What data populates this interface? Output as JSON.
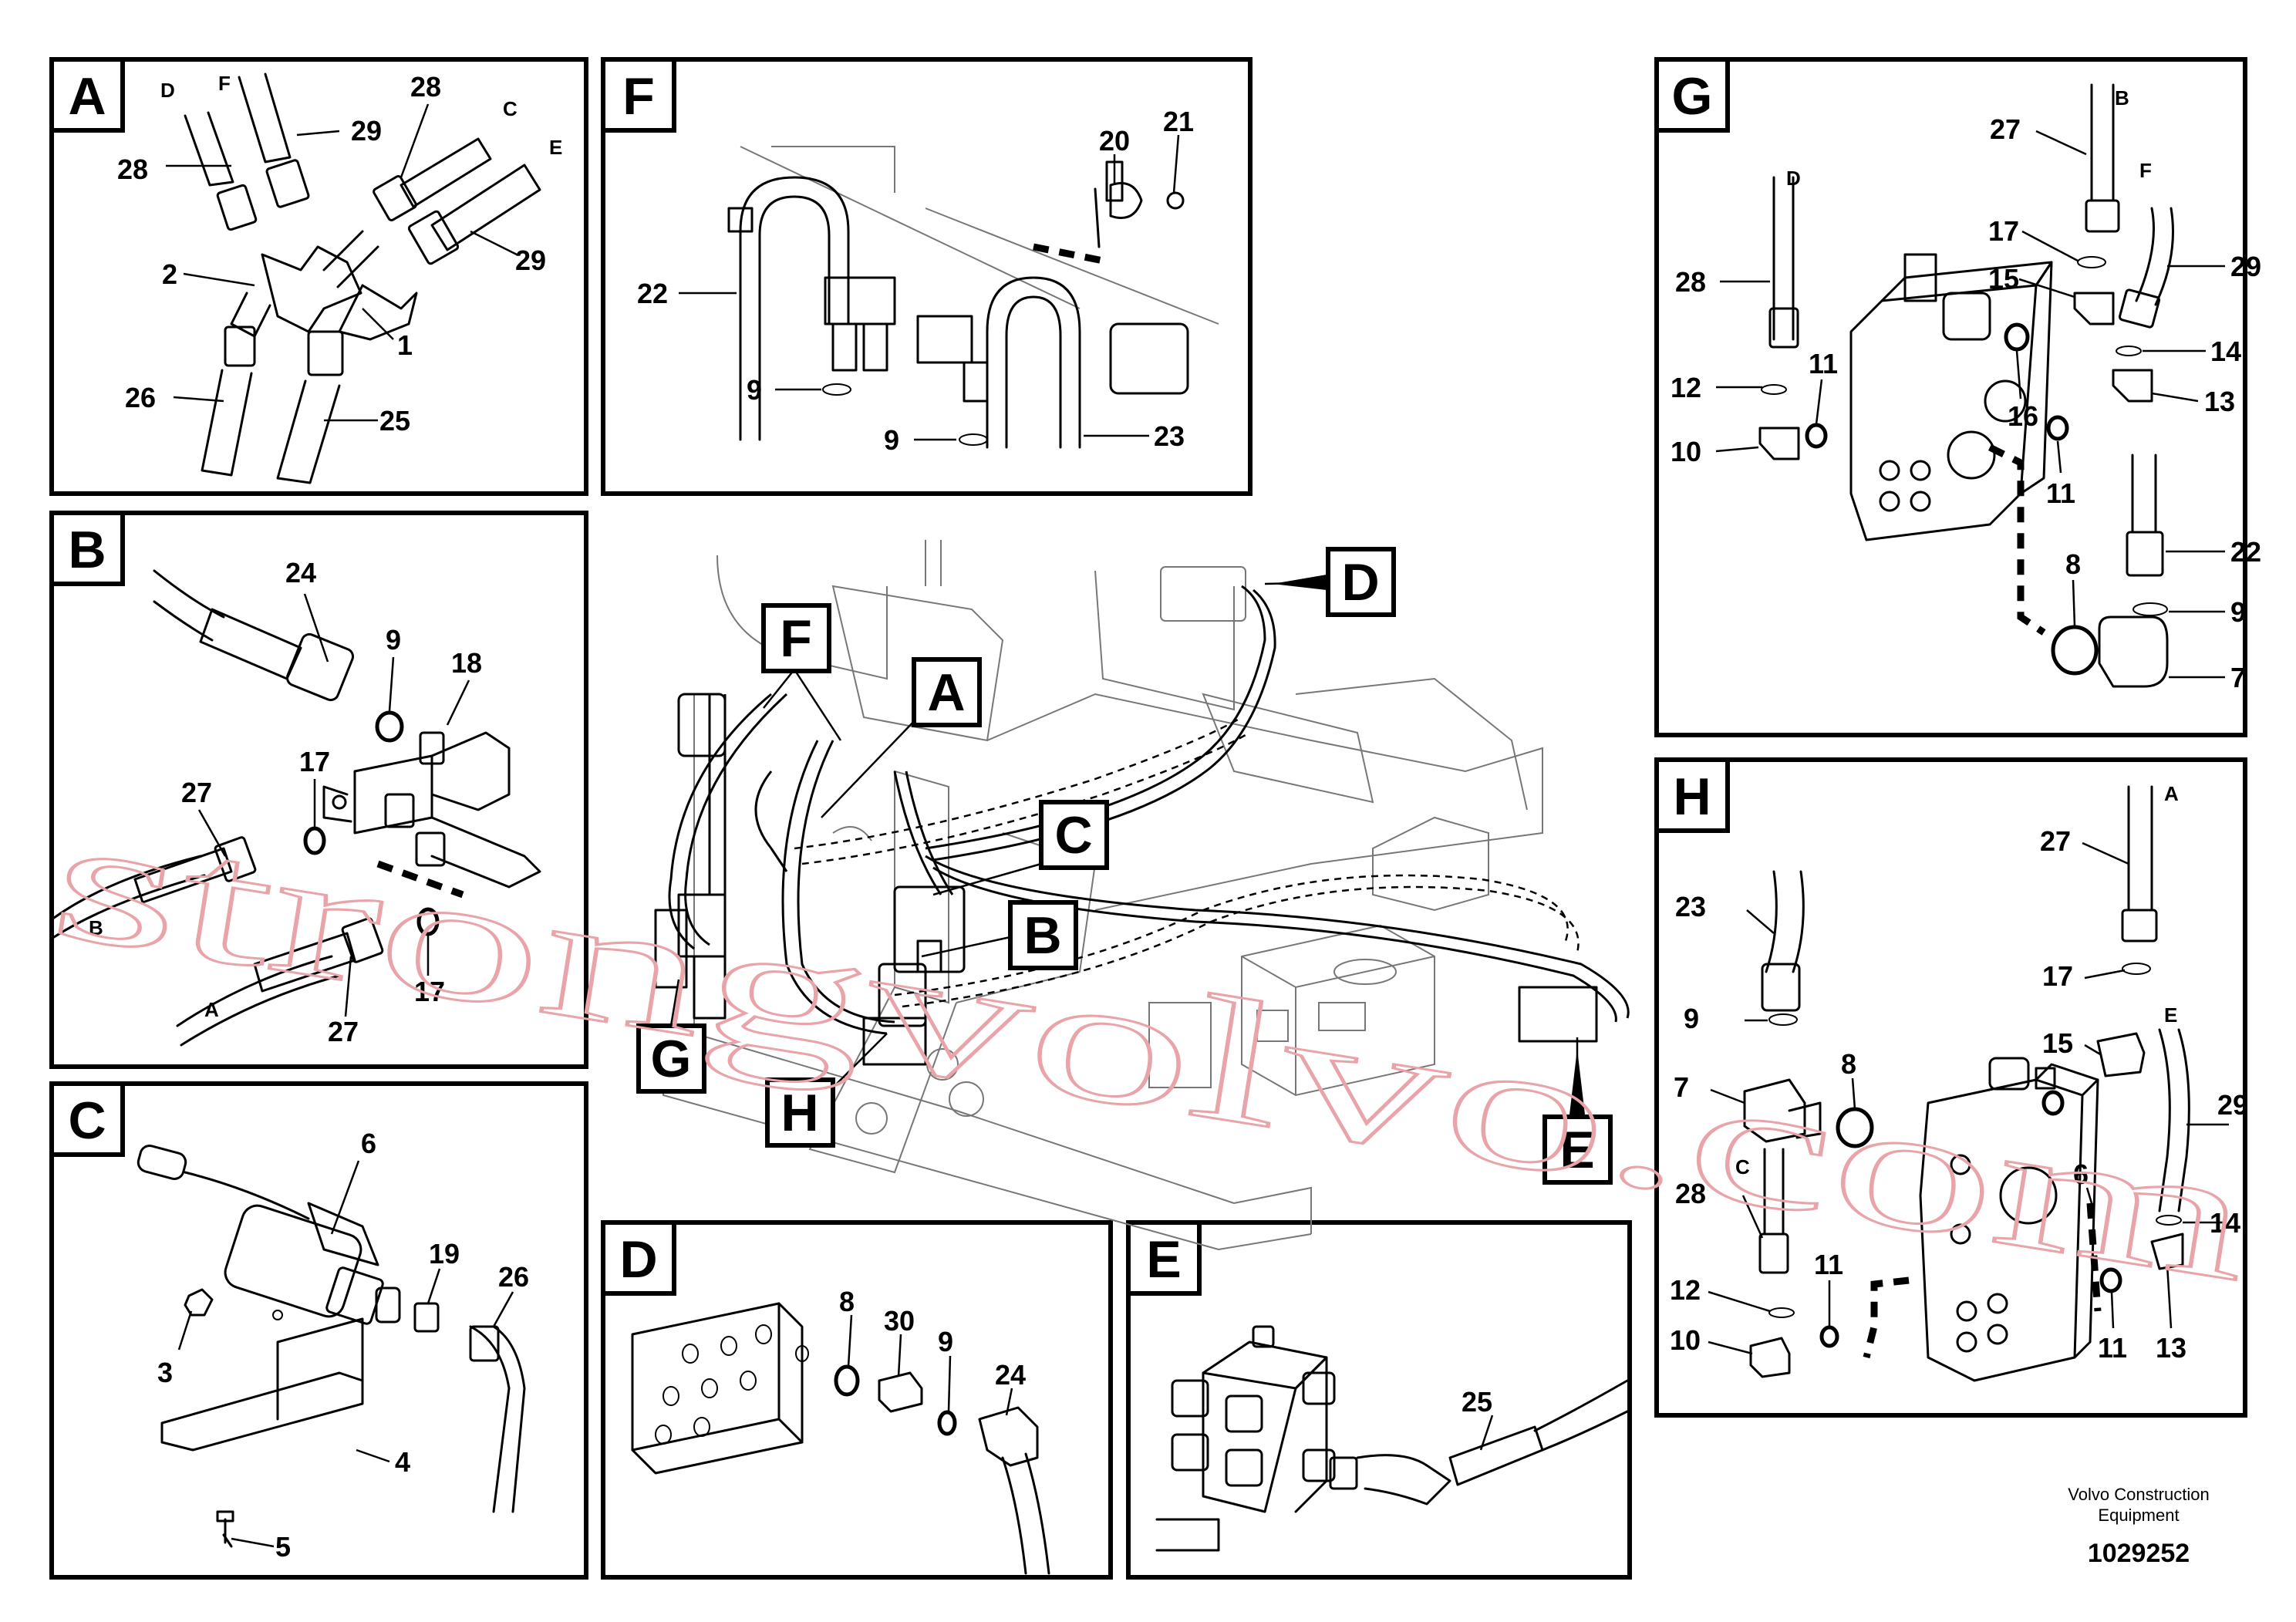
{
  "panels": {
    "A": {
      "tag": "A",
      "hoses": [
        "D",
        "F",
        "C",
        "E"
      ],
      "callouts": [
        "28",
        "29",
        "28",
        "29",
        "2",
        "1",
        "26",
        "25"
      ]
    },
    "B": {
      "tag": "B",
      "hoses": [
        "B",
        "A"
      ],
      "callouts": [
        "24",
        "9",
        "18",
        "17",
        "27",
        "17",
        "27"
      ]
    },
    "C": {
      "tag": "C",
      "callouts": [
        "6",
        "19",
        "26",
        "3",
        "4",
        "5"
      ]
    },
    "D": {
      "tag": "D",
      "callouts": [
        "8",
        "30",
        "9",
        "24"
      ]
    },
    "E": {
      "tag": "E",
      "callouts": [
        "25"
      ]
    },
    "F": {
      "tag": "F",
      "callouts": [
        "20",
        "21",
        "22",
        "9",
        "9",
        "23"
      ]
    },
    "G": {
      "tag": "G",
      "hoses": [
        "B",
        "D",
        "F"
      ],
      "callouts": [
        "27",
        "17",
        "15",
        "28",
        "29",
        "14",
        "12",
        "11",
        "16",
        "13",
        "10",
        "11",
        "8",
        "22",
        "9",
        "7"
      ]
    },
    "H": {
      "tag": "H",
      "hoses": [
        "A",
        "E",
        "C"
      ],
      "callouts": [
        "27",
        "23",
        "17",
        "15",
        "9",
        "8",
        "7",
        "29",
        "6",
        "28",
        "14",
        "11",
        "12",
        "10",
        "11",
        "13"
      ]
    }
  },
  "overview_tags": [
    "D",
    "F",
    "A",
    "C",
    "B",
    "G",
    "H",
    "E"
  ],
  "watermark": "strongvolvo.com",
  "credit": {
    "line1": "Volvo Construction",
    "line2": "Equipment"
  },
  "doc_id": "1029252"
}
